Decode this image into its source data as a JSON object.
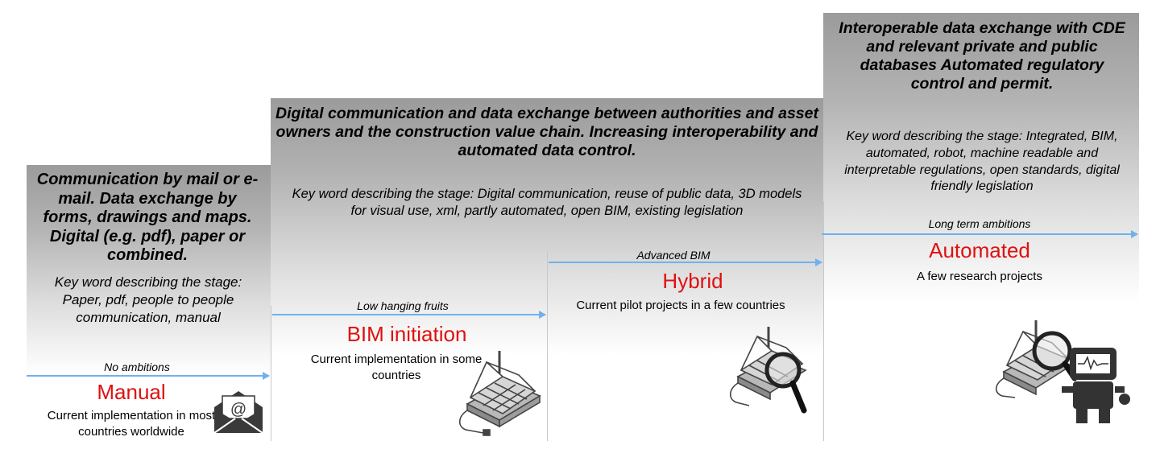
{
  "stages": [
    {
      "heading": "Communication by mail or e-mail. Data exchange by forms, drawings and maps. Digital (e.g. pdf), paper or combined.",
      "keywords": "Key word describing the stage: Paper, pdf, people to people communication, manual",
      "ambition": "No ambitions",
      "title": "Manual",
      "description": "Current implementation in most countries worldwide",
      "icon": "envelope-icon"
    },
    {
      "heading": "Digital communication and data exchange between authorities and asset owners and  the construction value chain. Increasing interoperability and automated data control.",
      "keywords": "Key word describing the stage: Digital communication, reuse of public data, 3D models for visual use, xml, partly automated, open BIM, existing legislation",
      "ambition": "Low  hanging fruits",
      "title": "BIM initiation",
      "description": "Current implementation in some countries",
      "icon": "building-model-icon"
    },
    {
      "ambition": "Advanced BIM",
      "title": "Hybrid",
      "description": "Current pilot projects in a few countries",
      "icon": "building-magnifier-icon"
    },
    {
      "heading": "Interoperable data exchange with CDE and relevant private and public databases Automated regulatory control and permit.",
      "keywords": "Key word describing the stage: Integrated, BIM, automated, robot, machine readable and interpretable regulations, open standards, digital friendly legislation",
      "ambition": "Long term ambitions",
      "title": "Automated",
      "description": "A few research projects",
      "icon": "robot-inspector-icon"
    }
  ],
  "colors": {
    "title": "#e01010",
    "arrow": "#6fb1f0"
  }
}
